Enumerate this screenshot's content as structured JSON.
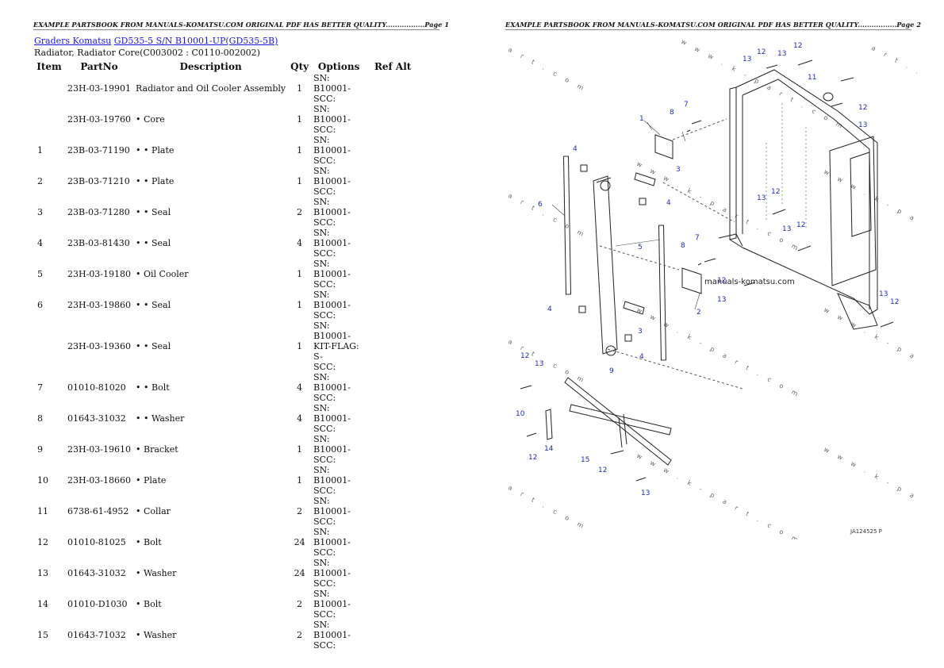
{
  "header": {
    "left": "EXAMPLE PARTSBOOK FROM MANUALS-KOMATSU.COM ORIGINAL PDF HAS BETTER QUALITY.................Page 1",
    "right": "EXAMPLE PARTSBOOK FROM MANUALS-KOMATSU.COM ORIGINAL PDF HAS BETTER QUALITY.................Page 2"
  },
  "breadcrumb": {
    "link1": "Graders Komatsu",
    "link2": "GD535-5 S/N B10001-UP(GD535-5B)"
  },
  "subtitle": "Radiator, Radiator Core(C003002 : C0110-002002)",
  "table": {
    "headers": {
      "item": "Item",
      "partno": "PartNo",
      "description": "Description",
      "qty": "Qty",
      "options": "Options",
      "refalt": "Ref Alt"
    },
    "rows": [
      {
        "item": "",
        "partno": "23H-03-19901",
        "description": "Radiator and Oil Cooler Assembly",
        "qty": "1",
        "options": [
          "SN: B10001-",
          "SCC:"
        ]
      },
      {
        "item": "",
        "partno": "23H-03-19760",
        "description": "• Core",
        "qty": "1",
        "options": [
          "SN: B10001-",
          "SCC:"
        ]
      },
      {
        "item": "1",
        "partno": "23B-03-71190",
        "description": "• • Plate",
        "qty": "1",
        "options": [
          "SN: B10001-",
          "SCC:"
        ]
      },
      {
        "item": "2",
        "partno": "23B-03-71210",
        "description": "• • Plate",
        "qty": "1",
        "options": [
          "SN: B10001-",
          "SCC:"
        ]
      },
      {
        "item": "3",
        "partno": "23B-03-71280",
        "description": "• • Seal",
        "qty": "2",
        "options": [
          "SN: B10001-",
          "SCC:"
        ]
      },
      {
        "item": "4",
        "partno": "23B-03-81430",
        "description": "• • Seal",
        "qty": "4",
        "options": [
          "SN: B10001-",
          "SCC:"
        ]
      },
      {
        "item": "5",
        "partno": "23H-03-19180",
        "description": "• Oil Cooler",
        "qty": "1",
        "options": [
          "SN: B10001-",
          "SCC:"
        ]
      },
      {
        "item": "6",
        "partno": "23H-03-19860",
        "description": "• • Seal",
        "qty": "1",
        "options": [
          "SN: B10001-",
          "SCC:"
        ]
      },
      {
        "item": "",
        "partno": "23H-03-19360",
        "description": "• • Seal",
        "qty": "1",
        "options": [
          "SN: B10001-",
          "KIT-FLAG: S-",
          "SCC:"
        ]
      },
      {
        "item": "7",
        "partno": "01010-81020",
        "description": "• • Bolt",
        "qty": "4",
        "options": [
          "SN: B10001-",
          "SCC:"
        ]
      },
      {
        "item": "8",
        "partno": "01643-31032",
        "description": "• • Washer",
        "qty": "4",
        "options": [
          "SN: B10001-",
          "SCC:"
        ]
      },
      {
        "item": "9",
        "partno": "23H-03-19610",
        "description": "• Bracket",
        "qty": "1",
        "options": [
          "SN: B10001-",
          "SCC:"
        ]
      },
      {
        "item": "10",
        "partno": "23H-03-18660",
        "description": "• Plate",
        "qty": "1",
        "options": [
          "SN: B10001-",
          "SCC:"
        ]
      },
      {
        "item": "11",
        "partno": "6738-61-4952",
        "description": "• Collar",
        "qty": "2",
        "options": [
          "SN: B10001-",
          "SCC:"
        ]
      },
      {
        "item": "12",
        "partno": "01010-81025",
        "description": "• Bolt",
        "qty": "24",
        "options": [
          "SN: B10001-",
          "SCC:"
        ]
      },
      {
        "item": "13",
        "partno": "01643-31032",
        "description": "• Washer",
        "qty": "24",
        "options": [
          "SN: B10001-",
          "SCC:"
        ]
      },
      {
        "item": "14",
        "partno": "01010-D1030",
        "description": "• Bolt",
        "qty": "2",
        "options": [
          "SN: B10001-",
          "SCC:"
        ]
      },
      {
        "item": "15",
        "partno": "01643-71032",
        "description": "• Washer",
        "qty": "2",
        "options": [
          "SN: B10001-",
          "SCC:"
        ]
      }
    ]
  },
  "diagram": {
    "site_watermark": "manuals-komatsu.com",
    "watermark_a": "w w w . k - p a r t . c o m",
    "watermark_b": "a r t . c o m",
    "figure_id": "JA124525 P",
    "callout_labels": [
      "1",
      "2",
      "3",
      "3",
      "4",
      "4",
      "4",
      "4",
      "5",
      "6",
      "7",
      "7",
      "8",
      "8",
      "9",
      "10",
      "11",
      "12",
      "12",
      "12",
      "12",
      "12",
      "12",
      "12",
      "12",
      "12",
      "12",
      "13",
      "13",
      "13",
      "13",
      "13",
      "13",
      "13",
      "13",
      "13",
      "14",
      "15"
    ]
  },
  "colors": {
    "link": "#1a1ad6",
    "callout": "#1f2bb8",
    "line": "#888888"
  }
}
